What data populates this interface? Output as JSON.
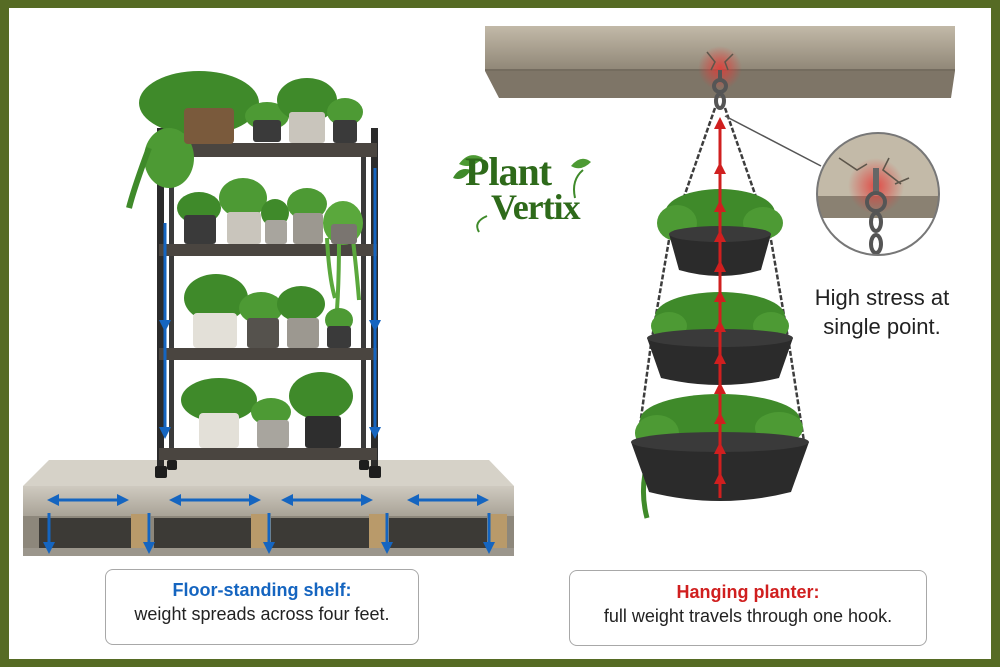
{
  "logo": {
    "line1": "Plant",
    "line2": "Vertix"
  },
  "left_caption": {
    "title": "Floor-standing shelf:",
    "body": "weight spreads across four feet."
  },
  "right_caption": {
    "title": "Hanging planter:",
    "body": "full weight travels through one hook."
  },
  "stress_callout": {
    "text": "High stress at single point."
  },
  "colors": {
    "frame": "#566b24",
    "floor_arrow": "#1565c0",
    "stress_arrow": "#d01f1f",
    "stress_glow": "#e53935",
    "leaf": "#3f8a2a"
  },
  "icons": [
    "shelf-unit",
    "potted-plant-icon",
    "concrete-floor-slab",
    "ceiling-beam",
    "ceiling-hook-icon",
    "hanging-basket-icon",
    "magnifier-callout",
    "leaf-icon"
  ]
}
